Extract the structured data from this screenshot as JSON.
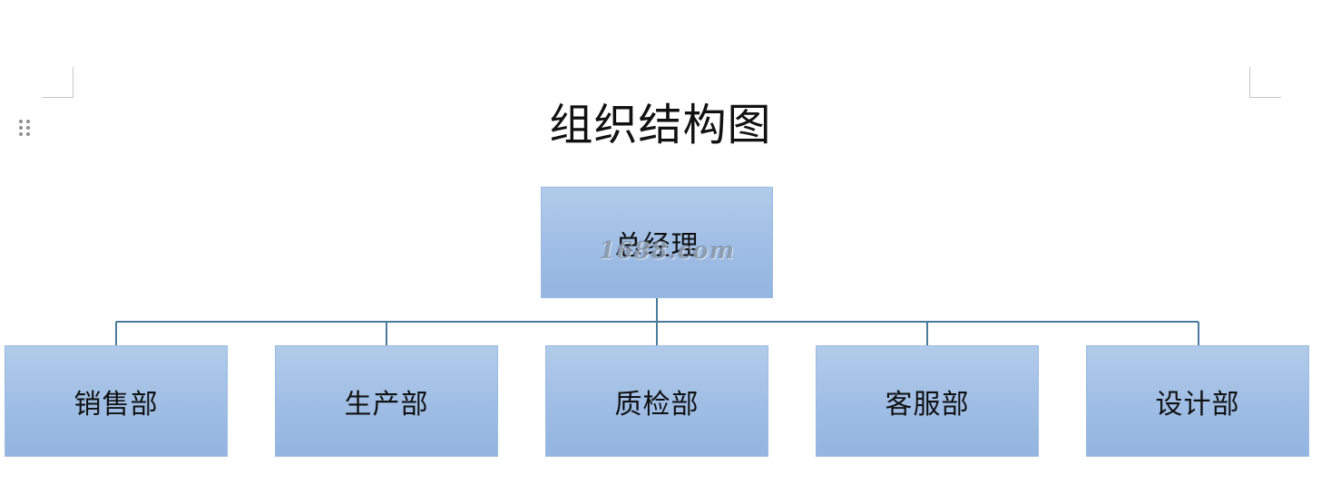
{
  "title": "组织结构图",
  "root": {
    "label": "总经理"
  },
  "departments": [
    {
      "label": "销售部"
    },
    {
      "label": "生产部"
    },
    {
      "label": "质检部"
    },
    {
      "label": "客服部"
    },
    {
      "label": "设计部"
    }
  ],
  "watermark": "1688.com",
  "colors": {
    "box_fill_top": "#b1cbe9",
    "box_fill_bottom": "#93b5e0",
    "connector": "#4a7a9c"
  }
}
